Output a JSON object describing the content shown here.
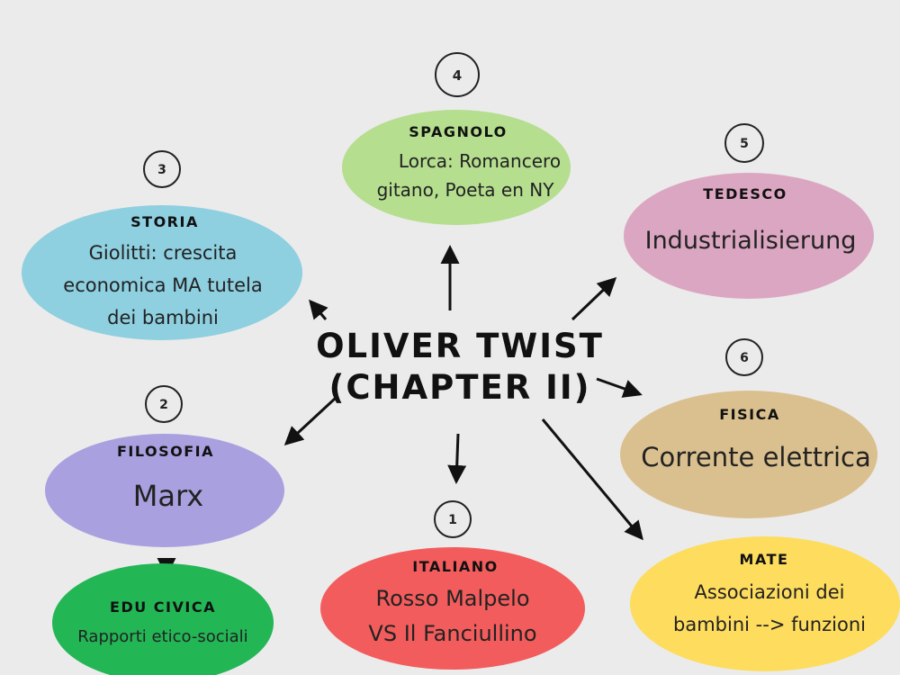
{
  "center": {
    "line1": "OLIVER TWIST",
    "line2": "(CHAPTER II)"
  },
  "nodes": [
    {
      "id": "spagnolo",
      "number": "4",
      "title": "SPAGNOLO",
      "lines": [
        "Lorca: Romancero",
        "gitano, Poeta en NY"
      ],
      "color": "#b5de8f"
    },
    {
      "id": "storia",
      "number": "3",
      "title": "STORIA",
      "lines": [
        "Giolitti: crescita",
        "economica MA tutela",
        "dei bambini"
      ],
      "color": "#8ecfe0"
    },
    {
      "id": "tedesco",
      "number": "5",
      "title": "TEDESCO",
      "lines": [
        "Industrialisierung"
      ],
      "color": "#dba6c1"
    },
    {
      "id": "filosofia",
      "number": "2",
      "title": "FILOSOFIA",
      "lines": [
        "Marx"
      ],
      "color": "#a9a0df"
    },
    {
      "id": "fisica",
      "number": "6",
      "title": "FISICA",
      "lines": [
        "Corrente elettrica"
      ],
      "color": "#dbc08f"
    },
    {
      "id": "italiano",
      "number": "1",
      "title": "ITALIANO",
      "lines": [
        "Rosso Malpelo",
        "VS Il Fanciullino"
      ],
      "color": "#f35c5c"
    },
    {
      "id": "mate",
      "number": "",
      "title": "MATE",
      "lines": [
        "Associazioni dei",
        "bambini --> funzioni"
      ],
      "color": "#fddc5e"
    },
    {
      "id": "educivica",
      "number": "",
      "title": "EDU CIVICA",
      "lines": [
        "Rapporti etico-sociali"
      ],
      "color": "#22b655"
    }
  ]
}
